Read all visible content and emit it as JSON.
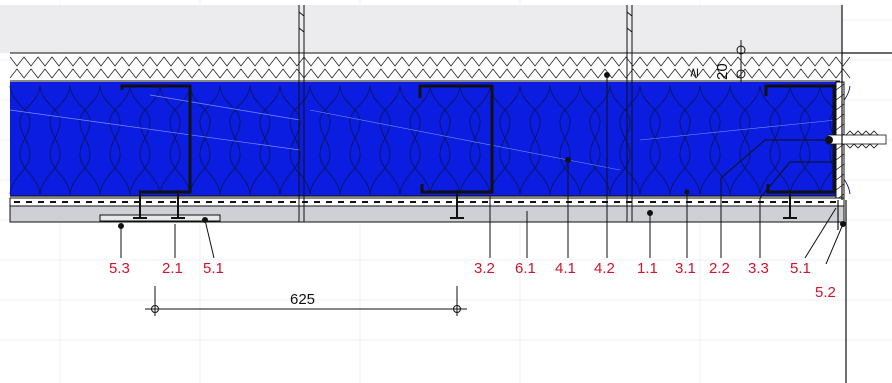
{
  "callouts": [
    {
      "id": "c-5-3",
      "text": "5.3"
    },
    {
      "id": "c-2-1",
      "text": "2.1"
    },
    {
      "id": "c-5-1a",
      "text": "5.1"
    },
    {
      "id": "c-3-2",
      "text": "3.2"
    },
    {
      "id": "c-6-1",
      "text": "6.1"
    },
    {
      "id": "c-4-1",
      "text": "4.1"
    },
    {
      "id": "c-4-2",
      "text": "4.2"
    },
    {
      "id": "c-1-1",
      "text": "1.1"
    },
    {
      "id": "c-3-1",
      "text": "3.1"
    },
    {
      "id": "c-2-2",
      "text": "2.2"
    },
    {
      "id": "c-3-3",
      "text": "3.3"
    },
    {
      "id": "c-5-1b",
      "text": "5.1"
    },
    {
      "id": "c-5-2",
      "text": "5.2"
    }
  ],
  "dimension": {
    "spacing": "625",
    "min_label": "≥",
    "min_value": "20"
  },
  "colors": {
    "insulation": "#0a1de0",
    "callout": "#d0142c",
    "board": "#cfd0d6",
    "line": "#111111",
    "grid": "#f2f2f2"
  }
}
